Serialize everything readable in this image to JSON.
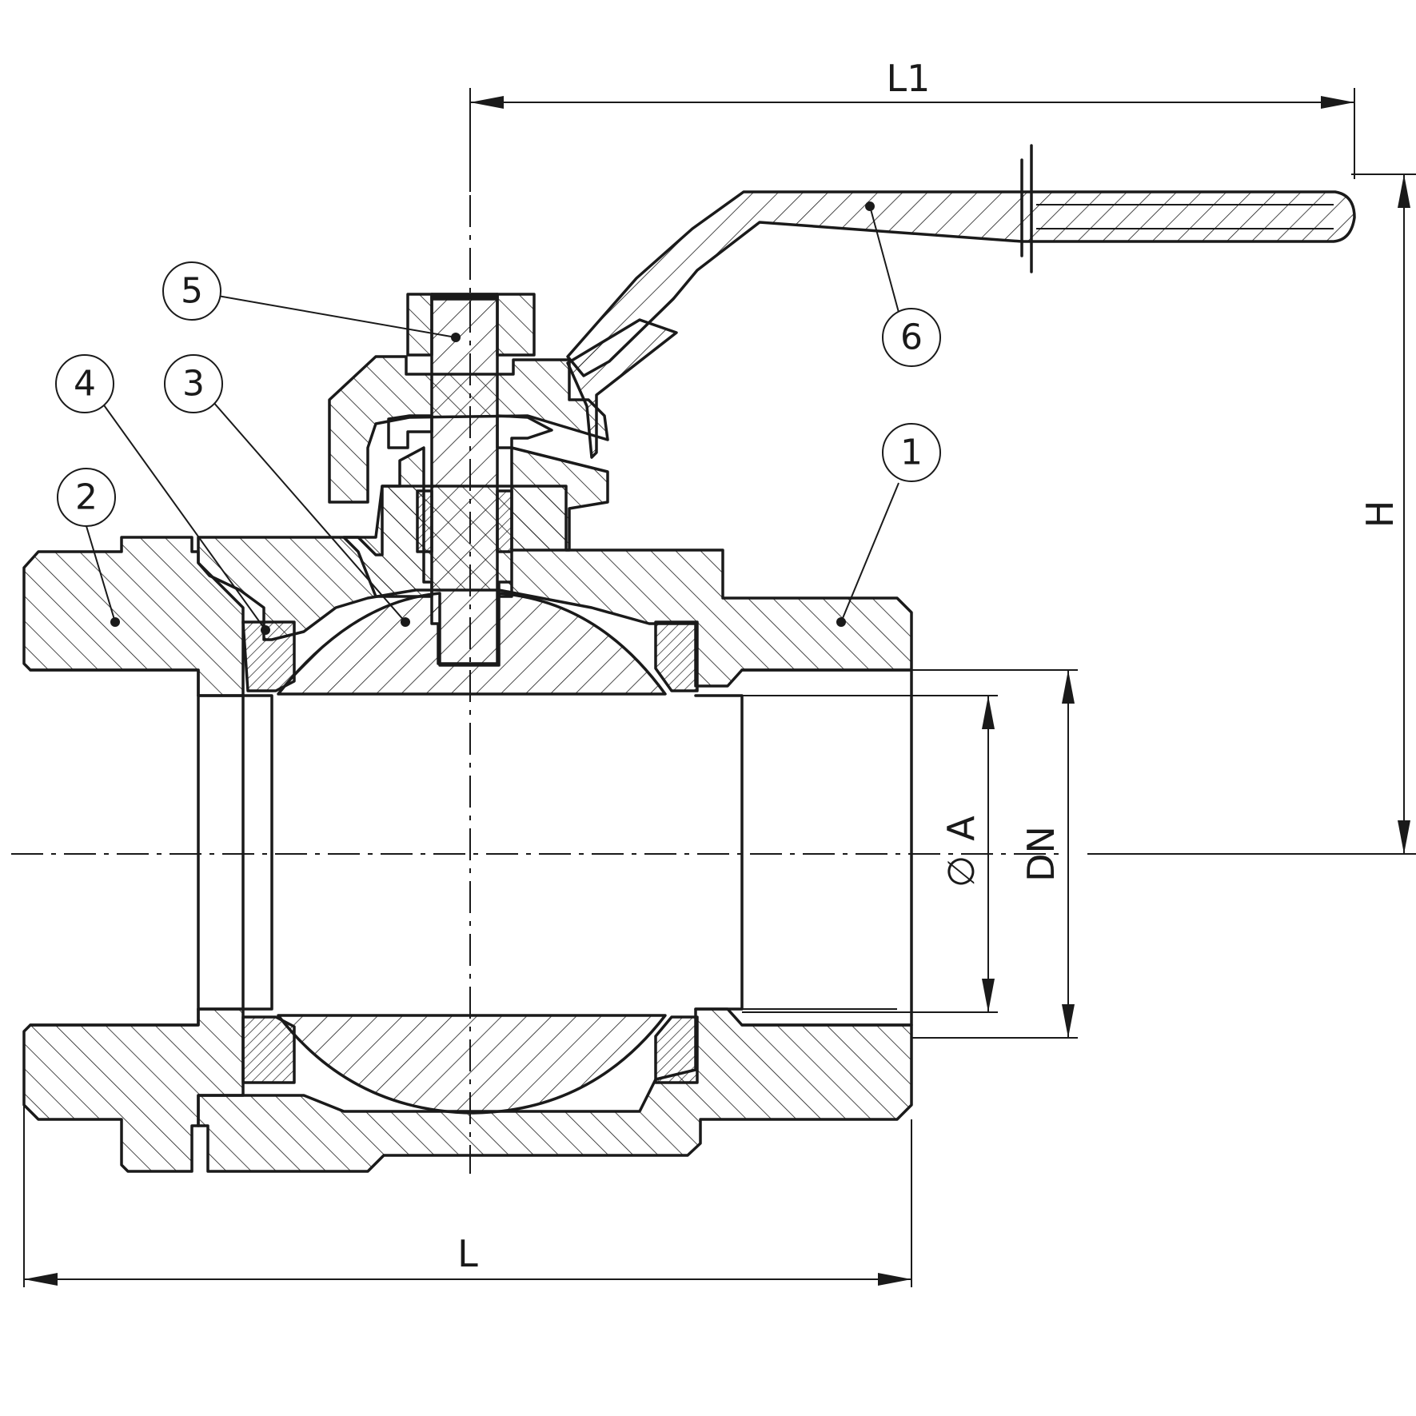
{
  "diagram": {
    "balloons": [
      {
        "id": "b1",
        "label": "1"
      },
      {
        "id": "b2",
        "label": "2"
      },
      {
        "id": "b3",
        "label": "3"
      },
      {
        "id": "b4",
        "label": "4"
      },
      {
        "id": "b5",
        "label": "5"
      },
      {
        "id": "b6",
        "label": "6"
      }
    ],
    "dimensions": {
      "overall_length": "L",
      "handle_length": "L1",
      "height": "H",
      "bore_symbol": "∅",
      "bore_letter": "A",
      "nominal": "DN"
    }
  }
}
